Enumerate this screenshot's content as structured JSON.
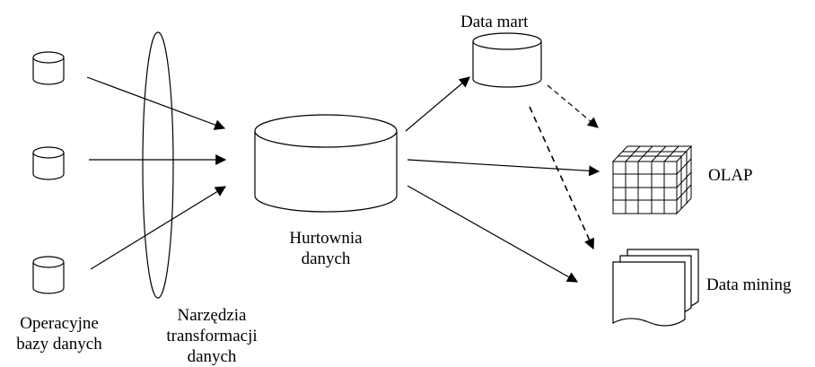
{
  "labels": {
    "data_mart": "Data mart",
    "olap": "OLAP",
    "data_mining": "Data mining",
    "warehouse": [
      "Hurtownia",
      "danych"
    ],
    "operational_db": [
      "Operacyjne",
      "bazy danych"
    ],
    "transform_tools": [
      "Narzędzia",
      "transformacji",
      "danych"
    ]
  },
  "colors": {
    "stroke": "#000000",
    "background": "#ffffff"
  }
}
